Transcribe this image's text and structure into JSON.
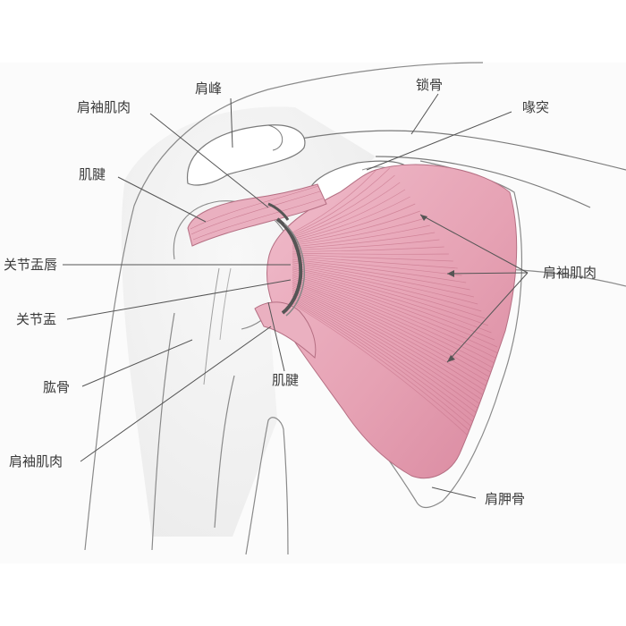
{
  "labels": {
    "acromion": "肩峰",
    "clavicle": "锁骨",
    "rotator_cuff_top": "肩袖肌肉",
    "coracoid": "喙突",
    "tendon_left": "肌腱",
    "glenoid_labrum": "关节盂唇",
    "rotator_cuff_right": "肩袖肌肉",
    "glenoid": "关节盂",
    "tendon_center": "肌腱",
    "humerus": "肱骨",
    "rotator_cuff_bottom": "肩袖肌肉",
    "scapula": "肩胛骨"
  },
  "colors": {
    "muscle_fill": "#e6a7b6",
    "muscle_fiber": "#c9788e",
    "outline": "#7a7a7a",
    "bone_shade": "#eeeeee",
    "leader_line": "#555555"
  }
}
